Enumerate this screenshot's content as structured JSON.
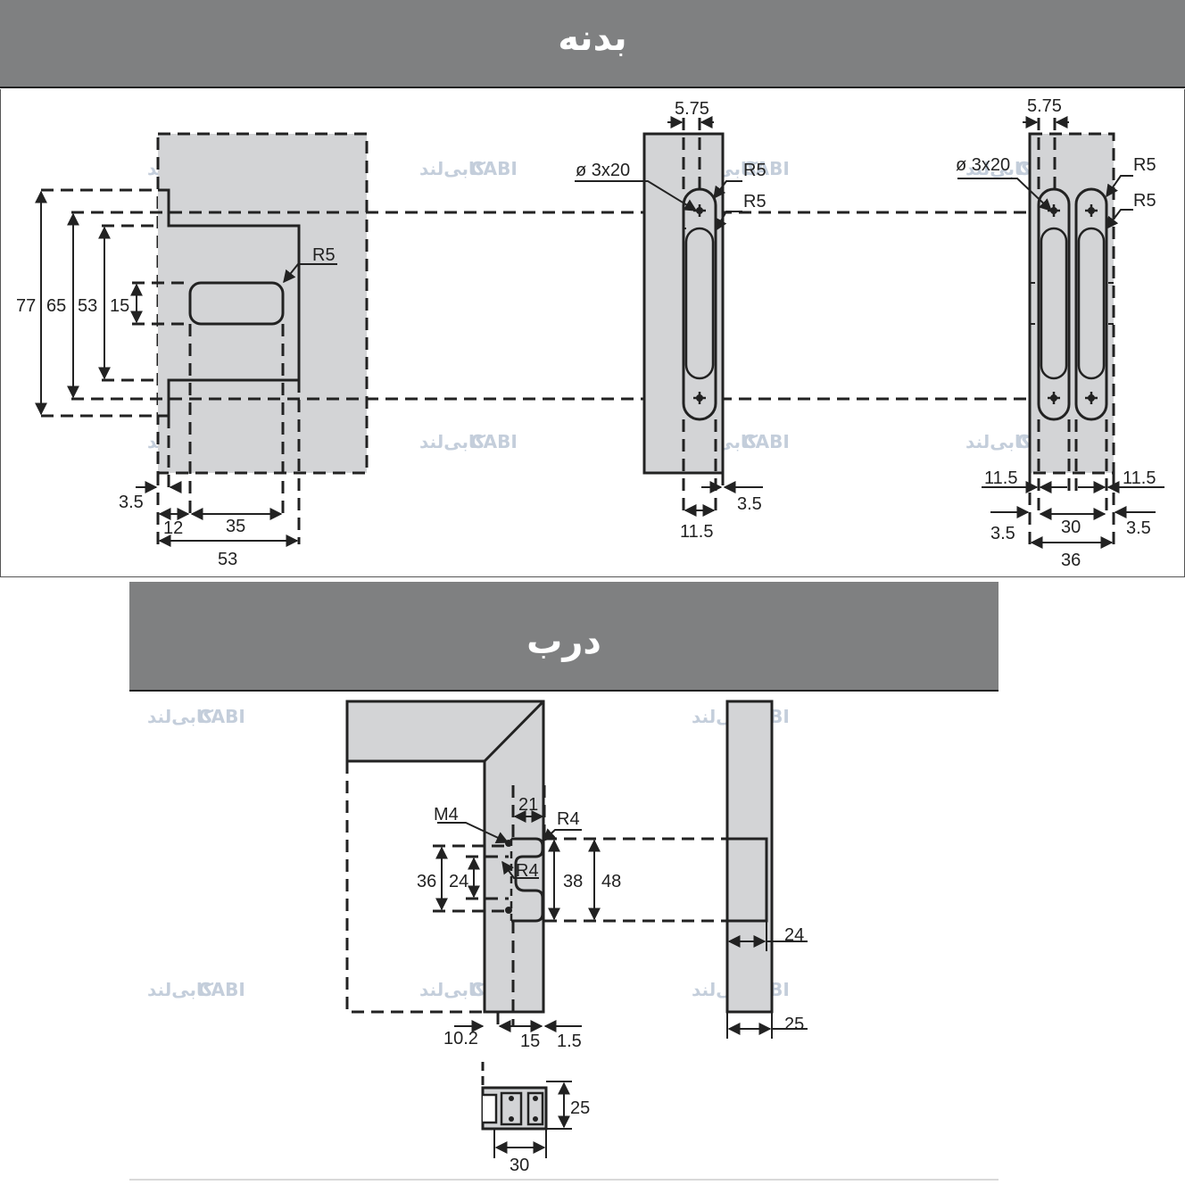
{
  "sections": {
    "body_title": "بدنه",
    "door_title": "درب"
  },
  "watermark": {
    "brand_latin": "CABI",
    "brand_fa": "کابی‌لند"
  },
  "body_front": {
    "dims_v": [
      "77",
      "65",
      "53",
      "15"
    ],
    "radius": "R5",
    "dims_h": [
      "3.5",
      "12",
      "35",
      "53"
    ]
  },
  "body_single": {
    "top": "5.75",
    "hole": "ø 3x20",
    "radius_1": "R5",
    "radius_2": "R5",
    "right": "3.5",
    "bottom": "11.5"
  },
  "body_double": {
    "top": "5.75",
    "hole": "ø 3x20",
    "radius_1": "R5",
    "radius_2": "R5",
    "left_a": "11.5",
    "right_a": "11.5",
    "left_b": "3.5",
    "middle": "30",
    "right_b": "3.5",
    "total": "36"
  },
  "door_front": {
    "thread": "M4",
    "width_top": "21",
    "radius_outer": "R4",
    "radius_inner": "R4",
    "dims_v": [
      "36",
      "24",
      "38"
    ],
    "dims_h": [
      "10.2",
      "15",
      "1.5"
    ]
  },
  "door_side": {
    "height": "48",
    "depth": "24",
    "thickness": "25"
  },
  "door_profile": {
    "height": "25",
    "width": "30"
  },
  "colors": {
    "banner": "#7f8081",
    "part_fill": "#d3d4d6",
    "line": "#222222"
  }
}
